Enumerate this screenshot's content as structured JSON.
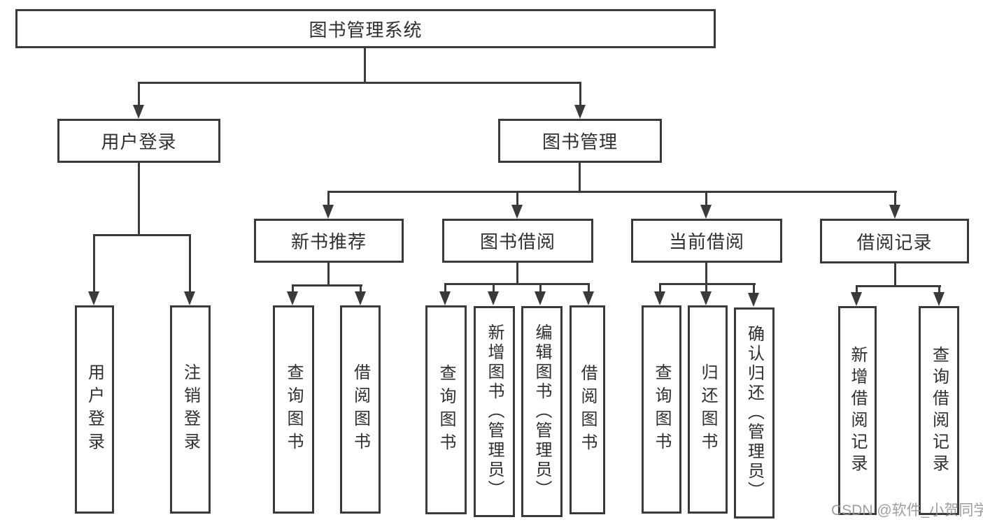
{
  "diagram": {
    "type": "tree",
    "root": {
      "label": "图书管理系统"
    },
    "branches": [
      {
        "label": "用户登录",
        "children": [
          {
            "label": "用户登录"
          },
          {
            "label": "注销登录"
          }
        ]
      },
      {
        "label": "图书管理",
        "children": [
          {
            "label": "新书推荐",
            "children": [
              {
                "label": "查询图书"
              },
              {
                "label": "借阅图书"
              }
            ]
          },
          {
            "label": "图书借阅",
            "children": [
              {
                "label": "查询图书"
              },
              {
                "label": "新增图书（管理员）"
              },
              {
                "label": "编辑图书（管理员）"
              },
              {
                "label": "借阅图书"
              }
            ]
          },
          {
            "label": "当前借阅",
            "children": [
              {
                "label": "查询图书"
              },
              {
                "label": "归还图书"
              },
              {
                "label": "确认归还（管理员）"
              }
            ]
          },
          {
            "label": "借阅记录",
            "children": [
              {
                "label": "新增借阅记录"
              },
              {
                "label": "查询借阅记录"
              }
            ]
          }
        ]
      }
    ]
  },
  "watermark": {
    "text": "CSDN @软件_小贺同学"
  },
  "colors": {
    "line": "#3a3a3a",
    "box_background": "#ffffff",
    "text": "#2f2f2f",
    "watermark": "#949494"
  }
}
